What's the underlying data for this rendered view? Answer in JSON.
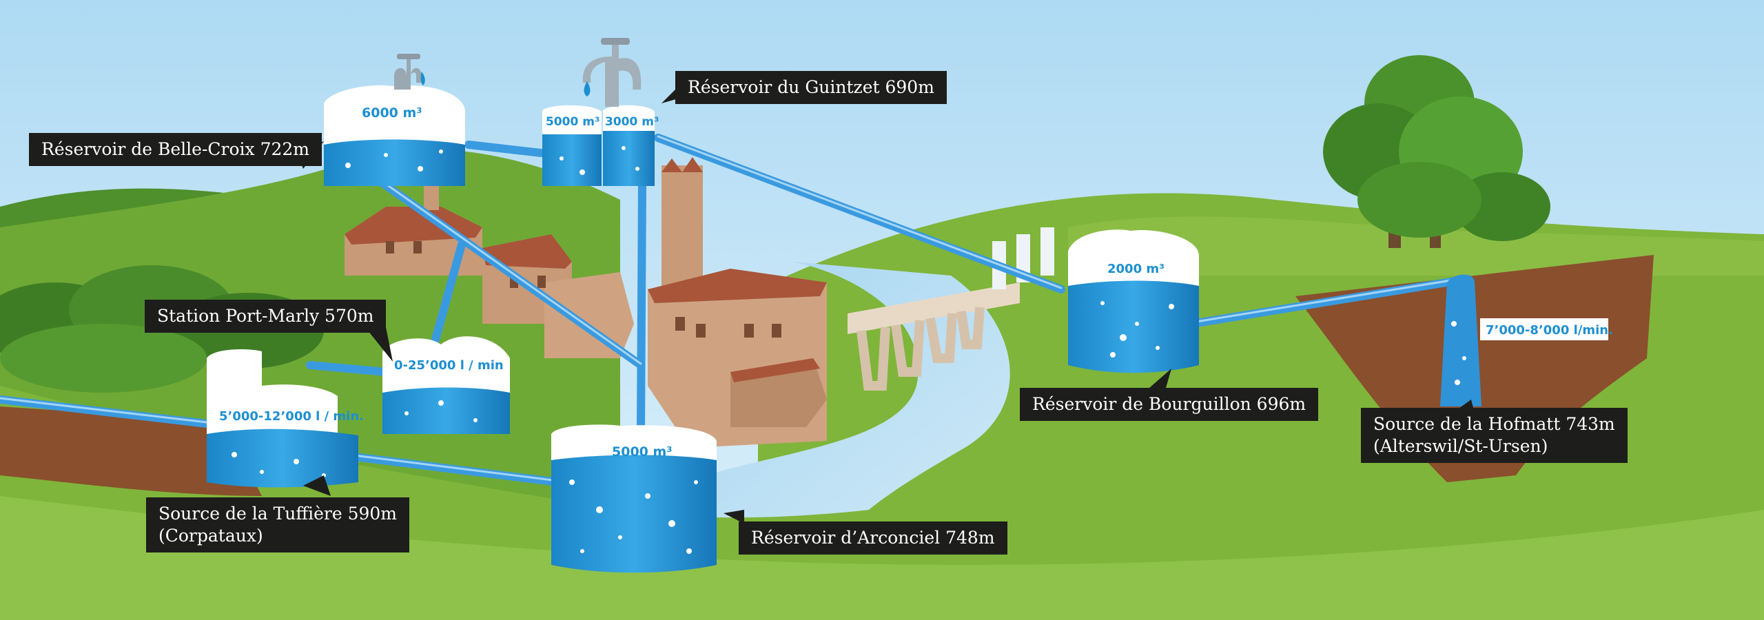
{
  "labels": {
    "belle_croix": "Réservoir de Belle-Croix 722m",
    "guintzet": "Réservoir du Guintzet 690m",
    "port_marly": "Station Port-Marly 570m",
    "bourguillon": "Réservoir de Bourguillon 696m",
    "hofmatt": "Source de la Hofmatt 743m\n(Alterswil/St-Ursen)",
    "tuffiere": "Source de la Tuffière 590m\n(Corpataux)",
    "arconciel": "Réservoir d’Arconciel 748m"
  },
  "capacities": {
    "belle_croix": "6000 m³",
    "guintzet_a": "5000 m³",
    "guintzet_b": "3000 m³",
    "bourguillon": "2000 m³",
    "arconciel": "5000 m³"
  },
  "flows": {
    "port_marly": "0-25’000 l / min",
    "tuffiere": "5’000-12’000 l / min.",
    "hofmatt": "7’000-8’000 l/min."
  },
  "colors": {
    "sky": "#bfe2f5",
    "grass": "#7fb53a",
    "water": "#1d8fd0",
    "pipe": "#3a9ae0",
    "label_bg": "#1d1d1b"
  },
  "icons": [
    "tap-icon",
    "tap-icon",
    "tree-icon",
    "castle-icon",
    "bridge-icon"
  ]
}
